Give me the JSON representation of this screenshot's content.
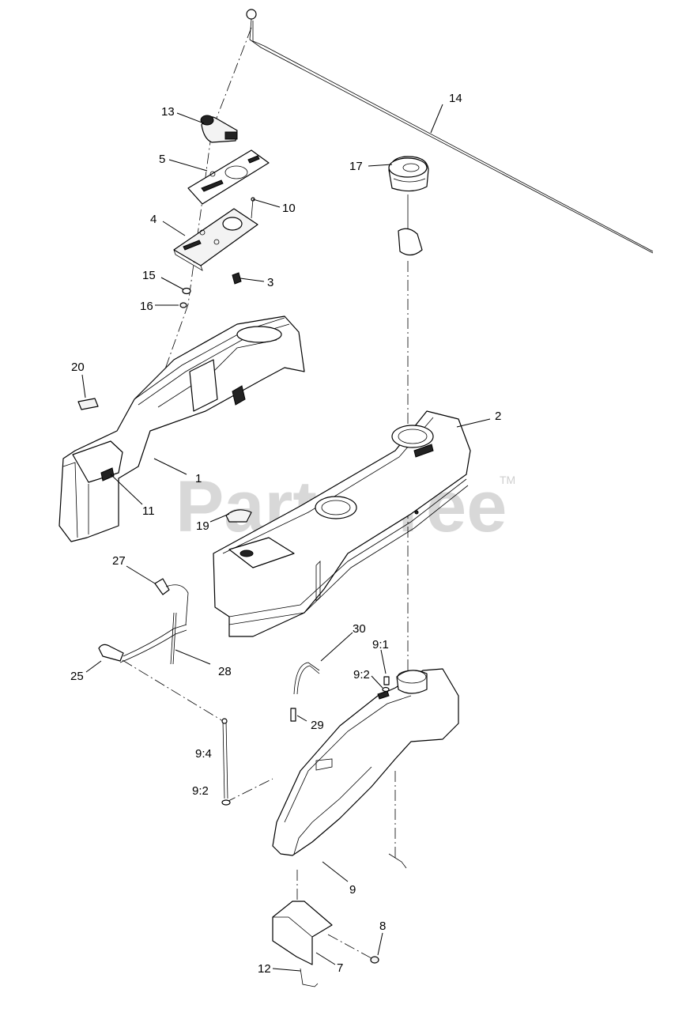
{
  "watermark": {
    "text": "PartsTree",
    "tm": "TM"
  },
  "callouts": {
    "c1": "1",
    "c2": "2",
    "c3": "3",
    "c4": "4",
    "c5": "5",
    "c7": "7",
    "c8": "8",
    "c9": "9",
    "c9_1": "9:1",
    "c9_2a": "9:2",
    "c9_2b": "9:2",
    "c9_4": "9:4",
    "c10": "10",
    "c11": "11",
    "c12": "12",
    "c13": "13",
    "c14": "14",
    "c15": "15",
    "c16": "16",
    "c17": "17",
    "c19": "19",
    "c20": "20",
    "c25": "25",
    "c27": "27",
    "c28": "28",
    "c29": "29",
    "c30": "30"
  }
}
